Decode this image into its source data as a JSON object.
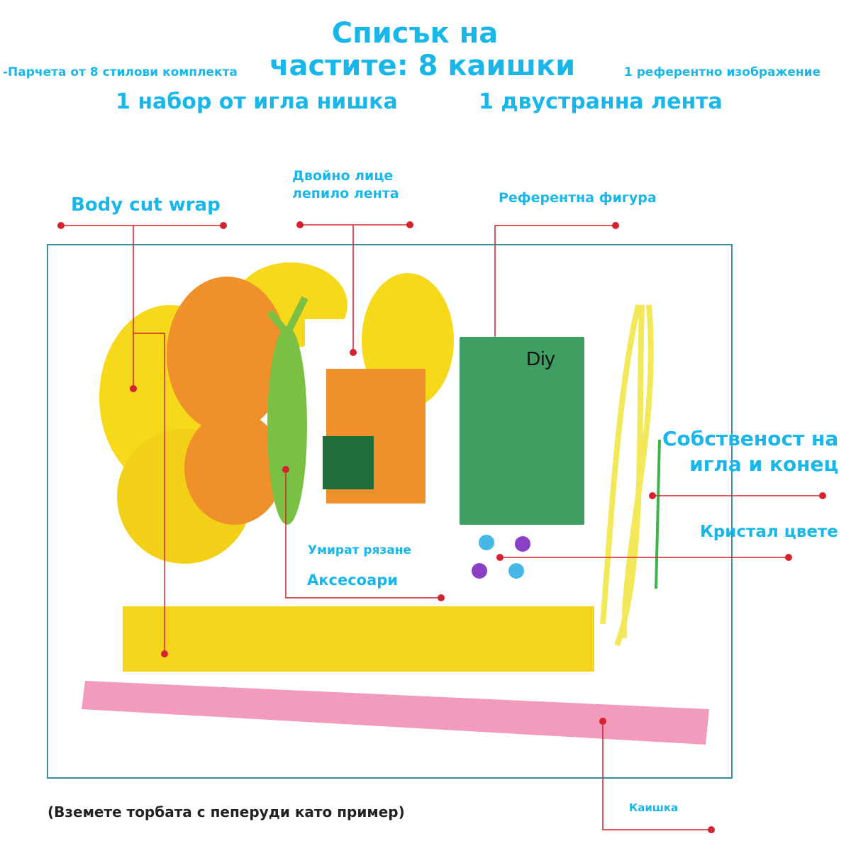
{
  "header": {
    "title_line1": "Списък на",
    "title_line2": "частите: 8 каишки",
    "left_note": "-Парчета от 8 стилови комплекта",
    "right_note": "1 референтно изображение",
    "needle_set": "1 набор от игла нишка",
    "tape": "1 двустранна лента"
  },
  "labels": {
    "body_cut": "Body cut wrap",
    "double_tape_line1": "Двойно лице",
    "double_tape_line2": "лепило лента",
    "reference": "Референтна фигура",
    "needle_line1": "Собственост на",
    "needle_line2": "игла и конец",
    "crystal": "Кристал цвете",
    "die_cut": "Умират рязане",
    "accessories": "Аксесоари",
    "strap": "Каишка"
  },
  "reference_card": {
    "text": "Diy"
  },
  "footer": {
    "caption": "(Вземете торбата с пеперуди като пример)"
  },
  "colors": {
    "text": "#19b6ea",
    "pointer": "#d4232f",
    "frame": "#3a8fa0"
  }
}
